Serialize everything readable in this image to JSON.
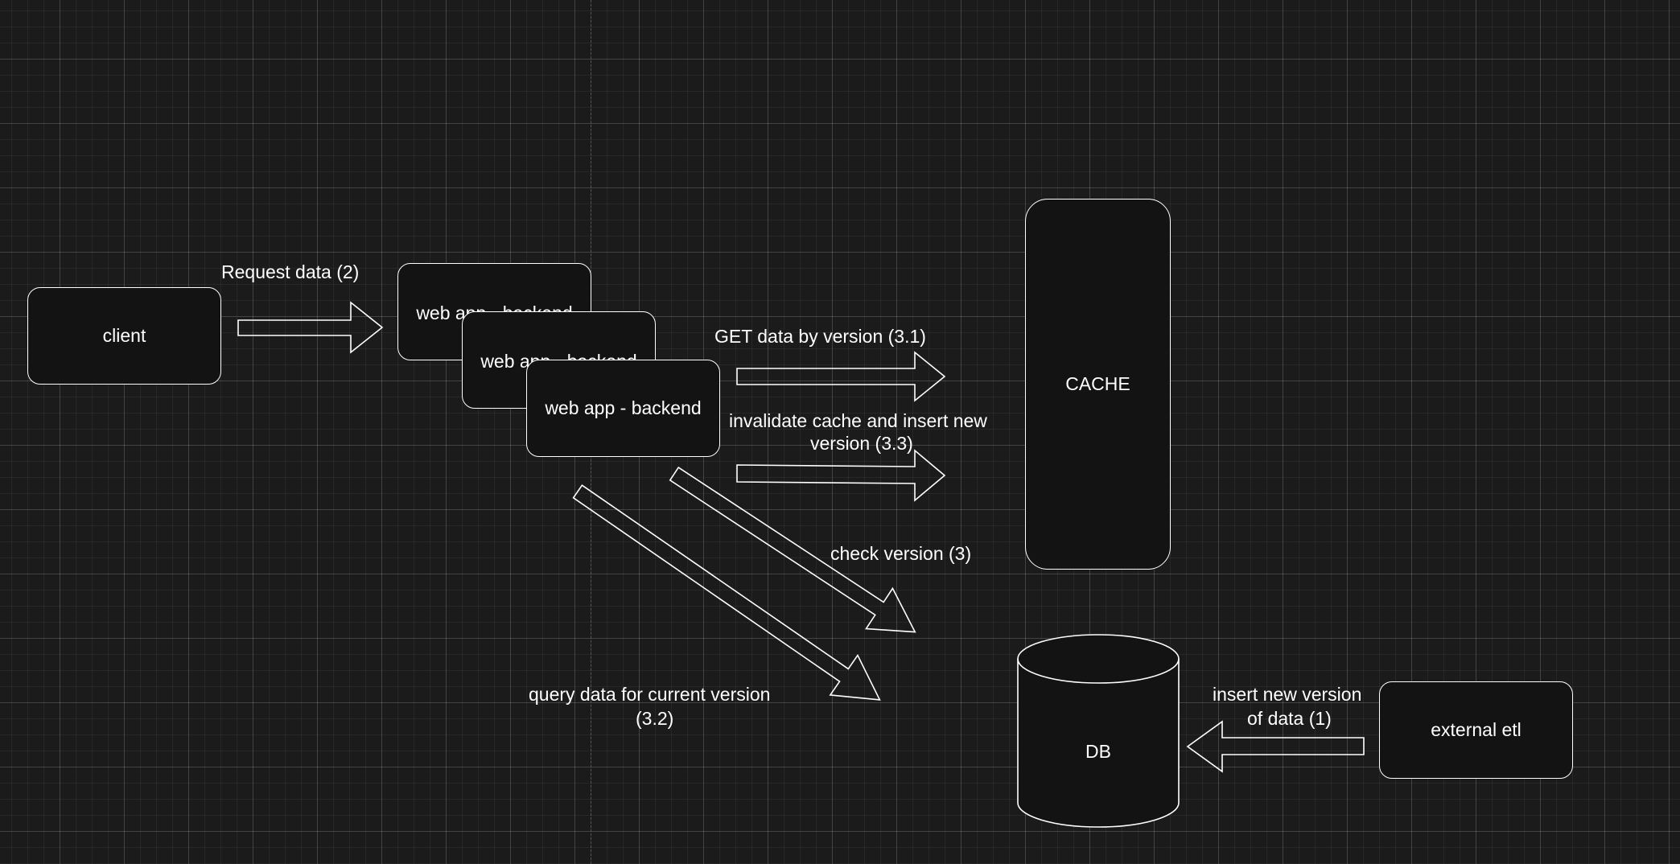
{
  "diagram": {
    "nodes": {
      "client": "client",
      "backend_1": "web app - backend",
      "backend_2": "web app - backend",
      "backend_3": "web app - backend",
      "cache": "CACHE",
      "db": "DB",
      "external_etl": "external etl"
    },
    "edges": {
      "request_data": "Request data (2)",
      "get_by_version": "GET data by version (3.1)",
      "invalidate_line1": "invalidate cache and insert new",
      "invalidate_line2": "version (3.3)",
      "check_version": "check version (3)",
      "query_line1": "query data for current version",
      "query_line2": "(3.2)",
      "insert_line1": "insert new version",
      "insert_line2": "of data (1)"
    }
  },
  "colors": {
    "background": "#1b1b1b",
    "stroke": "#ffffff",
    "fill": "#131313"
  }
}
